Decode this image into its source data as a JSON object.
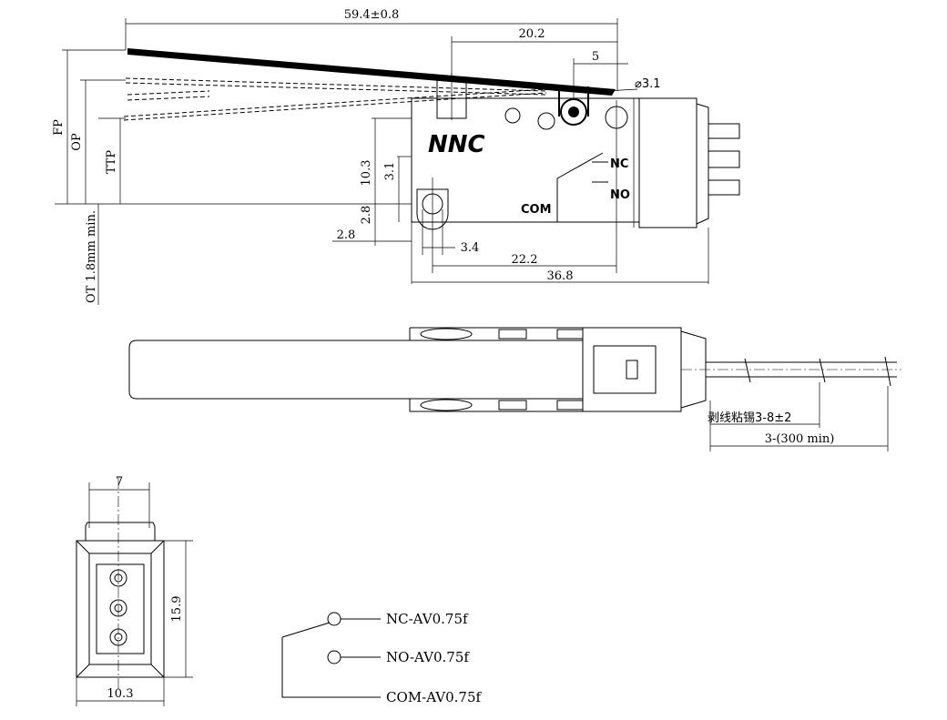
{
  "brand": {
    "logo": "NNC"
  },
  "side_view": {
    "dims": {
      "overall_length": "59.4±0.8",
      "actuator_pivot": "20.2",
      "roller_offset": "5",
      "roller_dia": "⌀3.1",
      "fp": "FP",
      "op": "OP",
      "ttp": "TTP",
      "ot": "OT 1.8mm min.",
      "height": "10.3",
      "hole_height": "3.1",
      "hole_from_bottom": "2.8",
      "edge_to_hole": "2.8",
      "hole_dia": "3.4",
      "hole_spacing": "22.2",
      "body_length": "36.8"
    },
    "terminals": {
      "nc": "NC",
      "no": "NO",
      "com": "COM"
    }
  },
  "top_view": {
    "strip_label": "剥线粘锡3-8±2",
    "wire_label": "3-(300 min)"
  },
  "end_view": {
    "dims": {
      "top_width": "7",
      "height": "15.9",
      "width": "10.3"
    }
  },
  "schematic": {
    "nc_label": "NC-AV0.75f",
    "no_label": "NO-AV0.75f",
    "com_label": "COM-AV0.75f"
  }
}
